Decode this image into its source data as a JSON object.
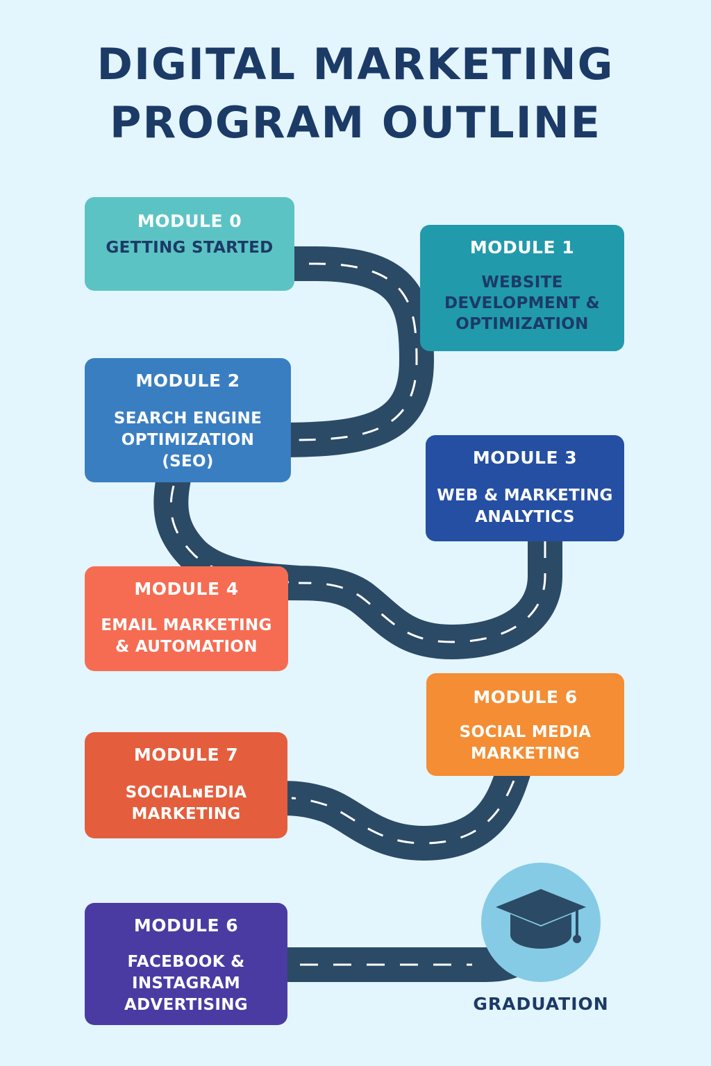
{
  "title": {
    "line1": "DIGITAL MARKETING",
    "line2": "PROGRAM OUTLINE"
  },
  "modules": [
    {
      "label": "MODULE 0",
      "lines": [
        "GETTING STARTED"
      ],
      "color": "#5cc3c4"
    },
    {
      "label": "MODULE 1",
      "lines": [
        "WEBSITE",
        "DEVELOPMENT &",
        "OPTIMIZATION"
      ],
      "color": "#219aac"
    },
    {
      "label": "MODULE 2",
      "lines": [
        "SEARCH ENGINE",
        "OPTIMIZATION",
        "(SEO)"
      ],
      "color": "#3a7ec2"
    },
    {
      "label": "MODULE 3",
      "lines": [
        "WEB & MARKETING",
        "ANALYTICS"
      ],
      "color": "#254fa3"
    },
    {
      "label": "MODULE 4",
      "lines": [
        "EMAIL MARKETING",
        "& AUTOMATION"
      ],
      "color": "#f66c52"
    },
    {
      "label": "MODULE 6",
      "lines": [
        "SOCIAL MEDIA",
        "MARKETING"
      ],
      "color": "#f48d33"
    },
    {
      "label": "MODULE 7",
      "lines": [
        "SOCIALɴEDIA",
        "MARKETING"
      ],
      "color": "#e45e3d"
    },
    {
      "label": "MODULE 6",
      "lines": [
        "FACEBOOK &",
        "INSTAGRAM",
        "ADVERTISING"
      ],
      "color": "#4a3ba3"
    }
  ],
  "graduation": {
    "label": "GRADUATION",
    "icon": "graduation-cap-icon"
  },
  "colors": {
    "background": "#e3f5fd",
    "road": "#2b4a66",
    "road_dash": "#ffffff",
    "title": "#1c3a66"
  }
}
